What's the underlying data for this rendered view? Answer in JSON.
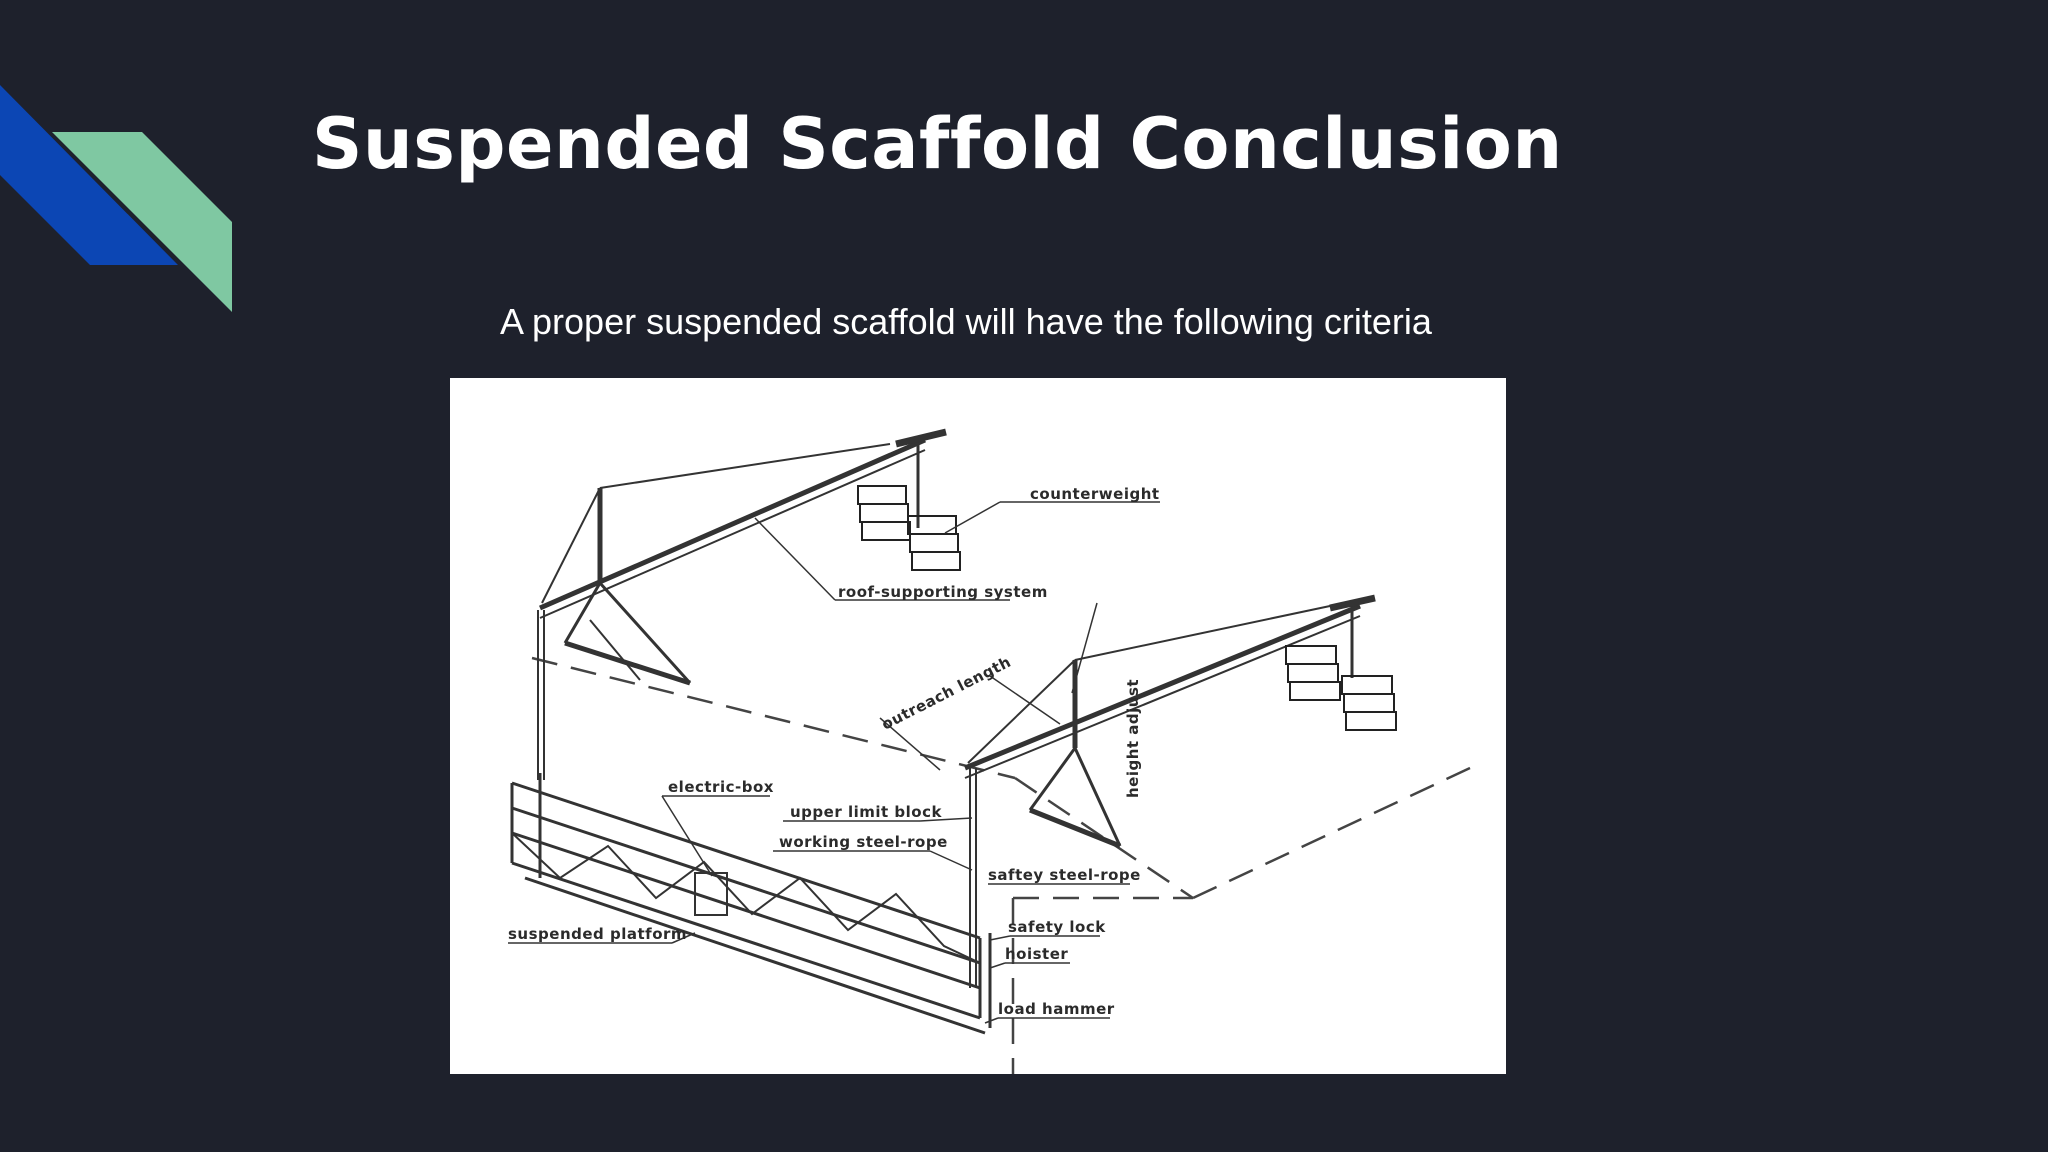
{
  "slide": {
    "title": "Suspended Scaffold Conclusion",
    "subtitle": "A proper suspended scaffold will have the following criteria",
    "background_color": "#1e212c",
    "accent_colors": [
      "#0c46b4",
      "#7fc8a2"
    ]
  },
  "diagram": {
    "labels": {
      "counterweight": "counterweight",
      "roof_supporting_system": "roof-supporting system",
      "outreach_length": "outreach length",
      "height_adjust": "height adjust",
      "electric_box": "electric-box",
      "upper_limit_block": "upper limit block",
      "working_steel_rope": "working steel-rope",
      "saftey_steel_rope": "saftey steel-rope",
      "safety_lock": "safety lock",
      "hoister": "hoister",
      "suspended_platform": "suspended platform",
      "load_hammer": "load hammer"
    }
  }
}
